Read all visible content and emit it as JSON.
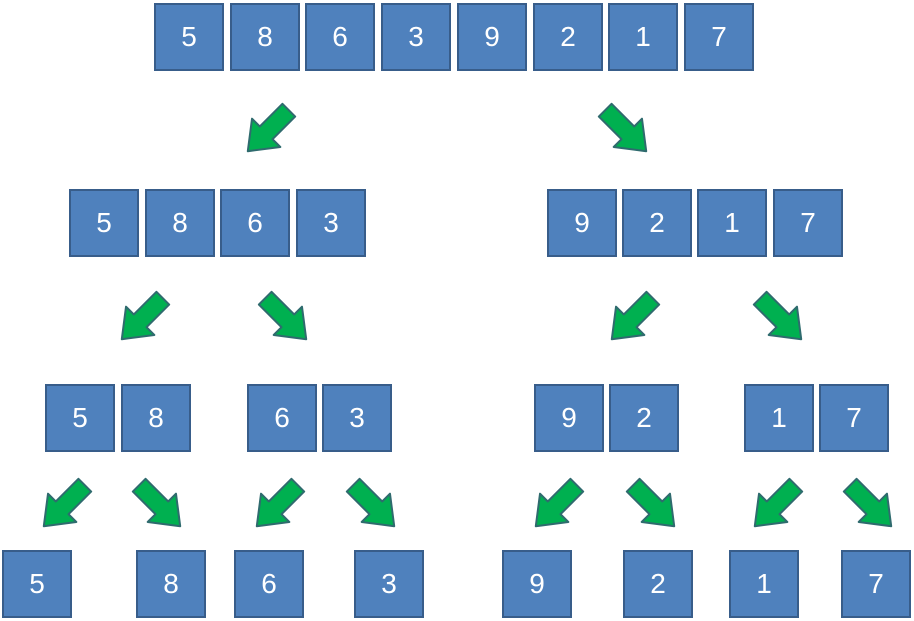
{
  "levels": [
    {
      "groups": [
        [
          "5",
          "8",
          "6",
          "3",
          "9",
          "2",
          "1",
          "7"
        ]
      ]
    },
    {
      "groups": [
        [
          "5",
          "8",
          "6",
          "3"
        ],
        [
          "9",
          "2",
          "1",
          "7"
        ]
      ]
    },
    {
      "groups": [
        [
          "5",
          "8"
        ],
        [
          "6",
          "3"
        ],
        [
          "9",
          "2"
        ],
        [
          "1",
          "7"
        ]
      ]
    },
    {
      "groups": [
        [
          "5"
        ],
        [
          "8"
        ],
        [
          "6"
        ],
        [
          "3"
        ],
        [
          "9"
        ],
        [
          "2"
        ],
        [
          "1"
        ],
        [
          "7"
        ]
      ]
    }
  ],
  "colors": {
    "box_fill": "#4f81bd",
    "box_border": "#385d8a",
    "box_text": "#ffffff",
    "arrow_fill": "#00b050",
    "arrow_stroke": "#2f6b6e"
  },
  "icons": {
    "split_left": "arrow-down-left-icon",
    "split_right": "arrow-down-right-icon"
  }
}
